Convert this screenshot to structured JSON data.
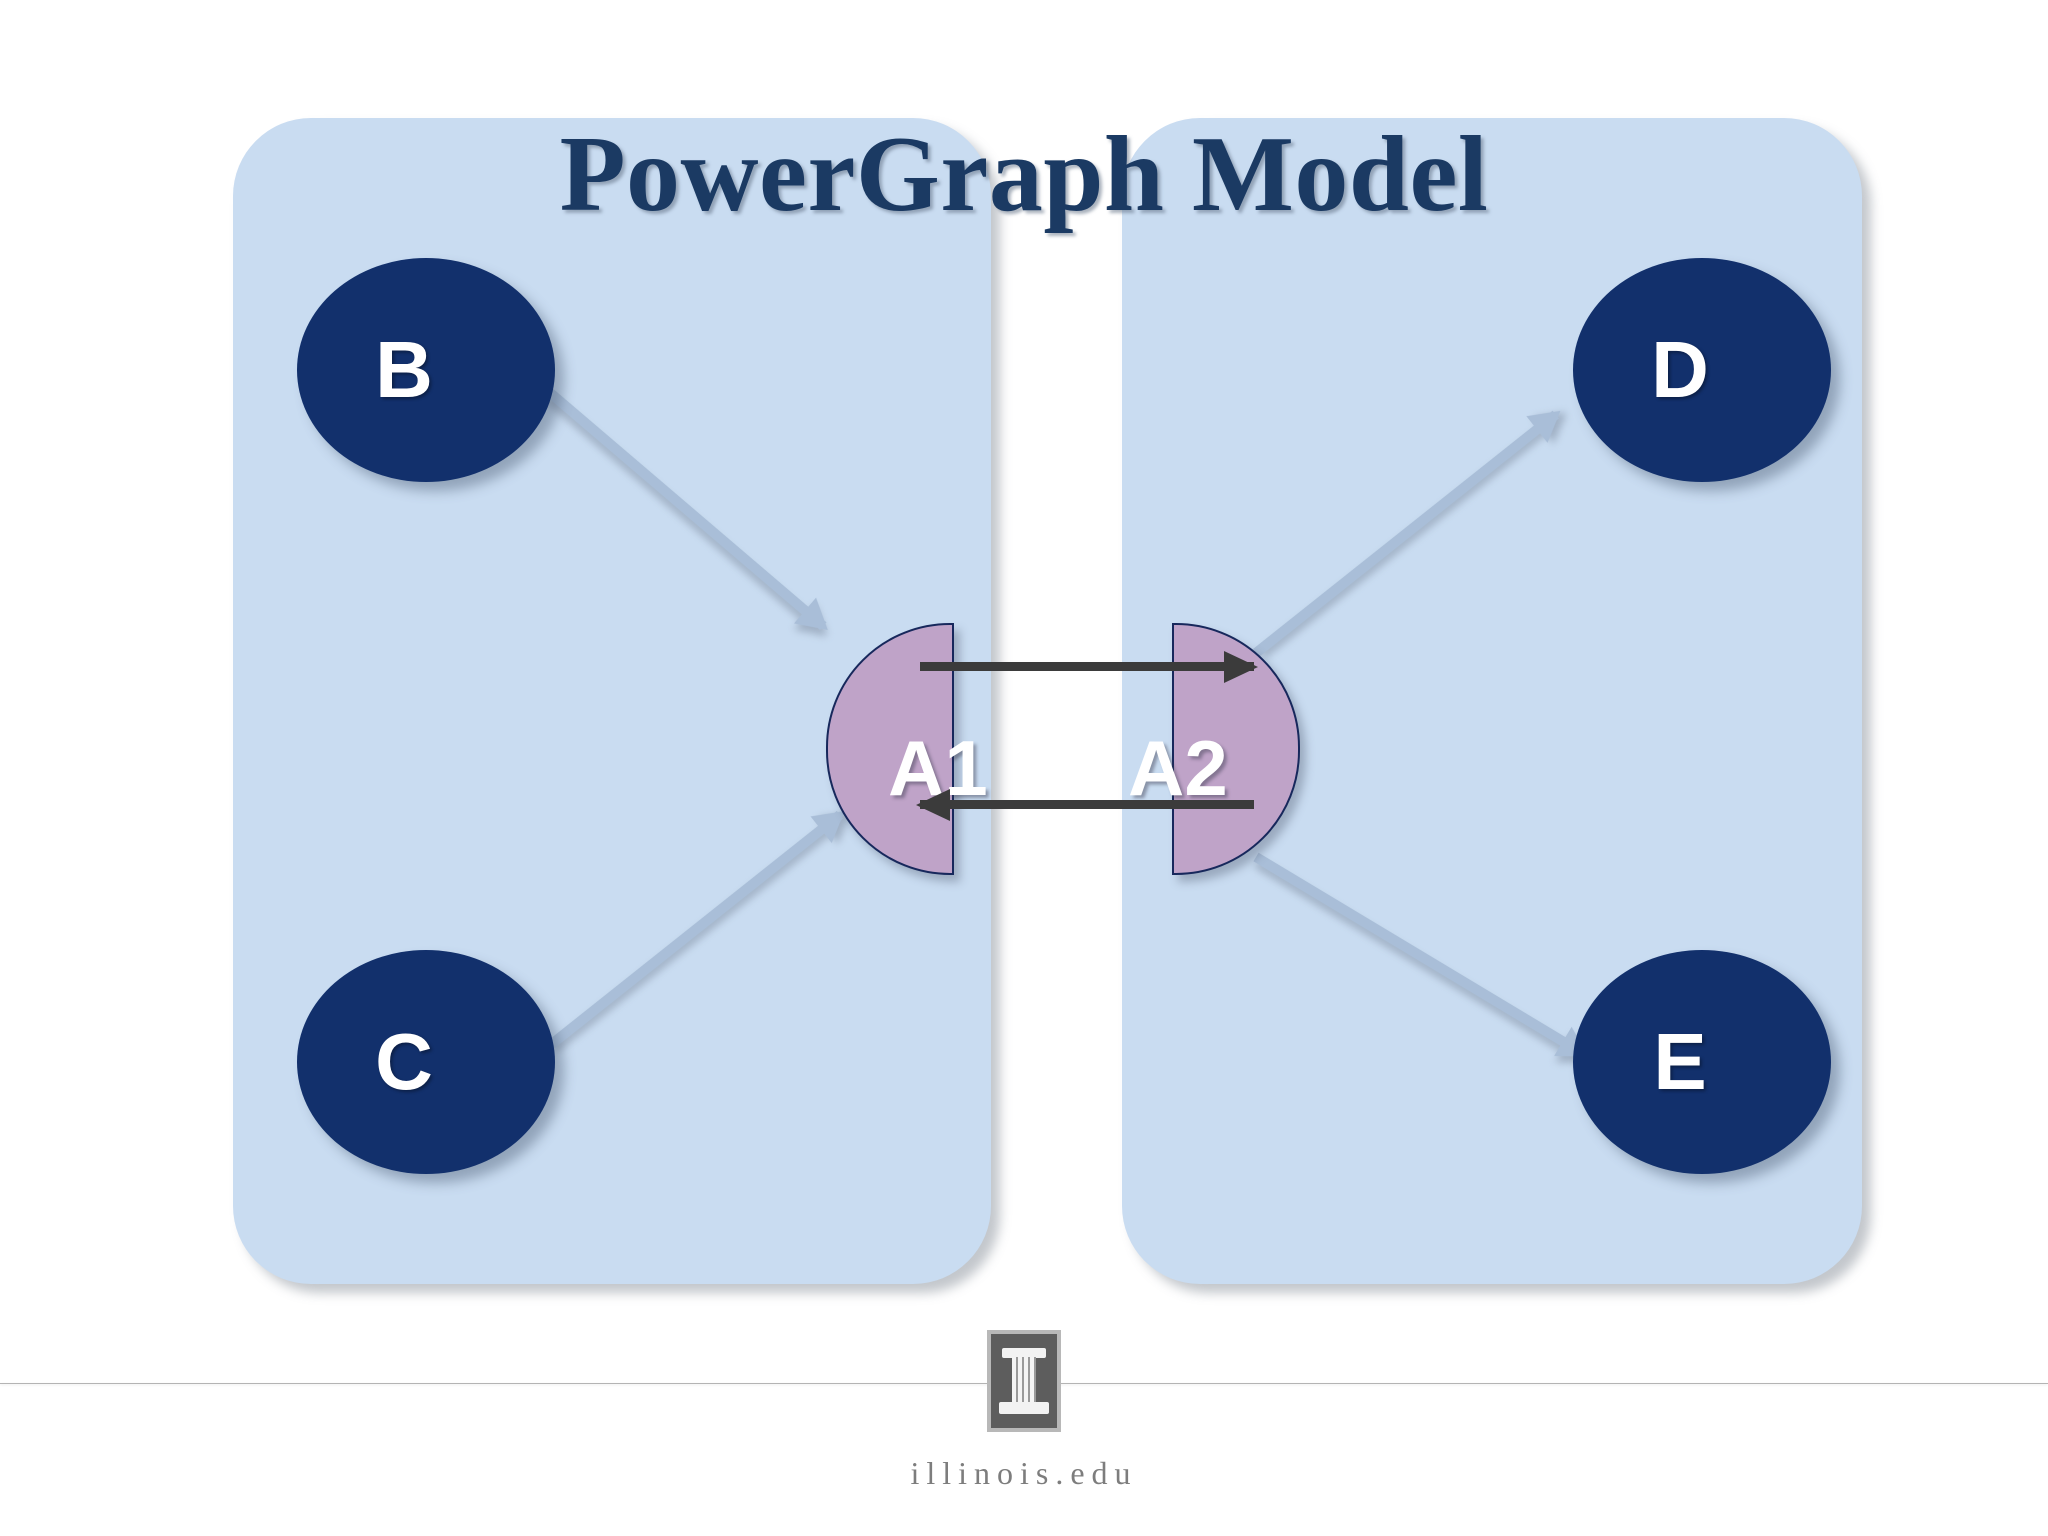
{
  "slide": {
    "title": "PowerGraph Model",
    "background_color": "#ffffff"
  },
  "panels": [
    {
      "id": "left",
      "name": "left-machine-panel",
      "color": "#c9dcf1"
    },
    {
      "id": "right",
      "name": "right-machine-panel",
      "color": "#c9dcf1"
    }
  ],
  "nodes": [
    {
      "id": "B",
      "label": "B",
      "color": "#12306c",
      "text_color": "#ffffff",
      "panel": "left"
    },
    {
      "id": "C",
      "label": "C",
      "color": "#12306c",
      "text_color": "#ffffff",
      "panel": "left"
    },
    {
      "id": "D",
      "label": "D",
      "color": "#12306c",
      "text_color": "#ffffff",
      "panel": "right"
    },
    {
      "id": "E",
      "label": "E",
      "color": "#12306c",
      "text_color": "#ffffff",
      "panel": "right"
    }
  ],
  "mirror_nodes": [
    {
      "id": "A1",
      "label": "A1",
      "color": "#bfa3c8",
      "outline": "#17285c",
      "text_color": "#ffffff",
      "shape": "left-half-circle",
      "panel": "left"
    },
    {
      "id": "A2",
      "label": "A2",
      "color": "#bfa3c8",
      "outline": "#17285c",
      "text_color": "#ffffff",
      "shape": "right-half-circle",
      "panel": "right"
    }
  ],
  "edges": [
    {
      "id": "b-a1",
      "from": "B",
      "to": "A1",
      "style": "light-diagonal",
      "color": "#a9bed8"
    },
    {
      "id": "c-a1",
      "from": "C",
      "to": "A1",
      "style": "light-diagonal",
      "color": "#a9bed8"
    },
    {
      "id": "a2-d",
      "from": "A2",
      "to": "D",
      "style": "light-diagonal",
      "color": "#a9bed8"
    },
    {
      "id": "a2-e",
      "from": "A2",
      "to": "E",
      "style": "light-diagonal",
      "color": "#a9bed8"
    },
    {
      "id": "a1-a2",
      "from": "A1",
      "to": "A2",
      "style": "mirror-sync",
      "color": "#3b3b3b"
    },
    {
      "id": "a2-a1",
      "from": "A2",
      "to": "A1",
      "style": "mirror-sync",
      "color": "#3b3b3b"
    }
  ],
  "footer": {
    "logo_name": "illinois-block-i-logo",
    "url": "illinois.edu",
    "url_color": "#7d7d7d",
    "rule_color": "#b4b4b4"
  }
}
